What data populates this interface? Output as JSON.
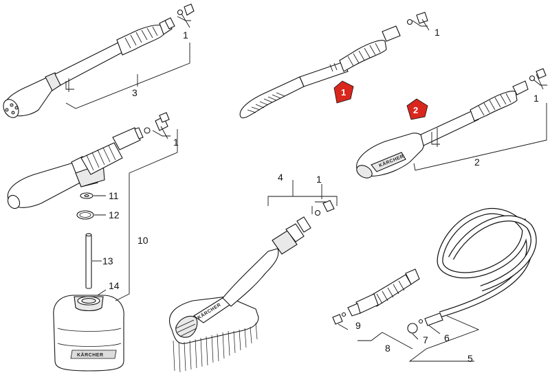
{
  "badges": {
    "variant_1": "1",
    "variant_2": "2",
    "color": "#d9271e"
  },
  "brand": {
    "bottle": "KÄRCHER",
    "grip": "KÄRCHER",
    "brush": "KÄRCHER"
  },
  "callouts": {
    "top_left_seal": "1",
    "top_left_group": "3",
    "top_middle_seal": "1",
    "right_seal": "1",
    "right_group": "2",
    "foam_seal": "1",
    "foam_washer": "11",
    "foam_oring": "12",
    "foam_tube": "13",
    "foam_bottle": "14",
    "foam_group": "10",
    "brush_group": "4",
    "brush_seal": "1",
    "hose_group": "5",
    "hose_coupling": "6",
    "hose_cap": "7",
    "hose_nozzle_group": "8",
    "hose_nozzle": "9"
  }
}
